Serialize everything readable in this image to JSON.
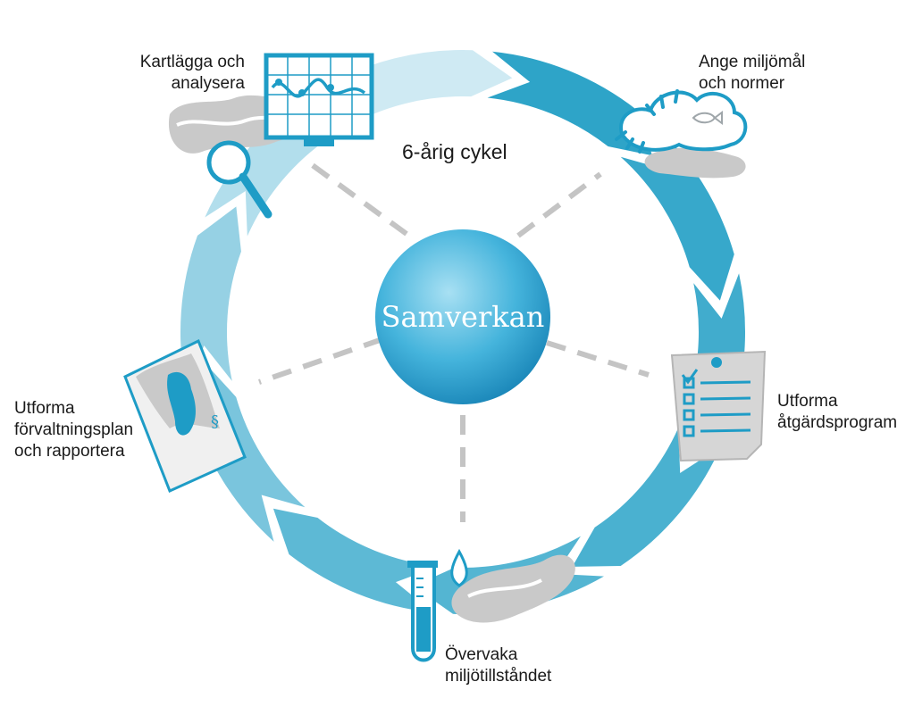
{
  "center": {
    "label": "Samverkan"
  },
  "cycle": {
    "label": "6-årig cykel"
  },
  "steps": [
    {
      "id": "kartlagga",
      "lines": [
        "Kartlägga och",
        "analysera"
      ],
      "icon": "monitor-chart-magnifier-icon"
    },
    {
      "id": "ange",
      "lines": [
        "Ange miljömål",
        "och normer"
      ],
      "icon": "cloud-fish-icon"
    },
    {
      "id": "atgard",
      "lines": [
        "Utforma",
        "åtgärdsprogram"
      ],
      "icon": "checklist-document-icon"
    },
    {
      "id": "overvaka",
      "lines": [
        "Övervaka",
        "miljötillståndet"
      ],
      "icon": "test-tube-drop-icon"
    },
    {
      "id": "forvaltning",
      "lines": [
        "Utforma",
        "förvaltningsplan",
        "och rapportera"
      ],
      "icon": "map-paragraph-icon"
    }
  ],
  "colors": {
    "ring_dark": "#1b9cc3",
    "ring_light": "#d8eef6",
    "spoke": "#c4c4c4",
    "icon_blue": "#1e9cc6",
    "grey_blob": "#c9c9c9",
    "center_inner": "#7fd0ea",
    "center_outer": "#1a8fc0"
  }
}
